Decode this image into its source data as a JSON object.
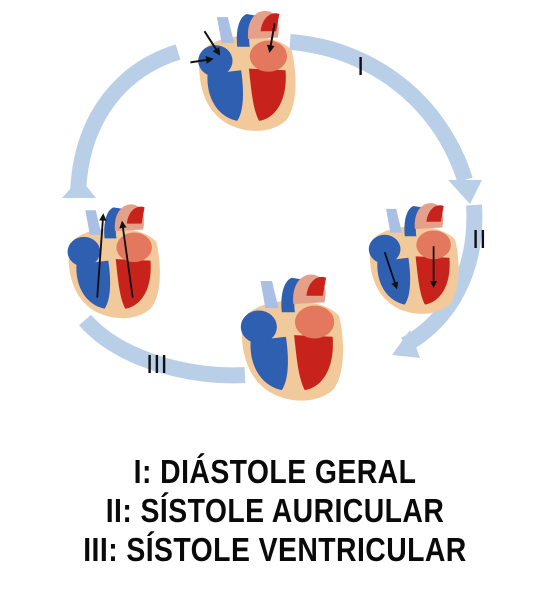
{
  "cycle": {
    "stage_labels": [
      "I",
      "II",
      "III"
    ],
    "arrow_color": "#b9cfe8",
    "colors": {
      "tissue": "#f2c99a",
      "oxygenated": "#c8221c",
      "oxygenated_light": "#e3785f",
      "deoxygenated": "#2e5fb0",
      "deoxygenated_light": "#8ea8d8",
      "vessel_light_red": "#e5a08a",
      "vessel_light_blue": "#a9bfe3"
    },
    "hearts": [
      {
        "stage": "diastole-geral",
        "arrows": "inflow"
      },
      {
        "stage": "sistole-auricular",
        "arrows": "atria-to-ventricles"
      },
      {
        "stage": "sistole-ventricular",
        "arrows": "none"
      },
      {
        "stage": "ventricular-ejection",
        "arrows": "outflow"
      }
    ]
  },
  "legend": {
    "lines": [
      "I: DIÁSTOLE GERAL",
      "II: SÍSTOLE AURICULAR",
      "III: SÍSTOLE VENTRICULAR"
    ]
  }
}
